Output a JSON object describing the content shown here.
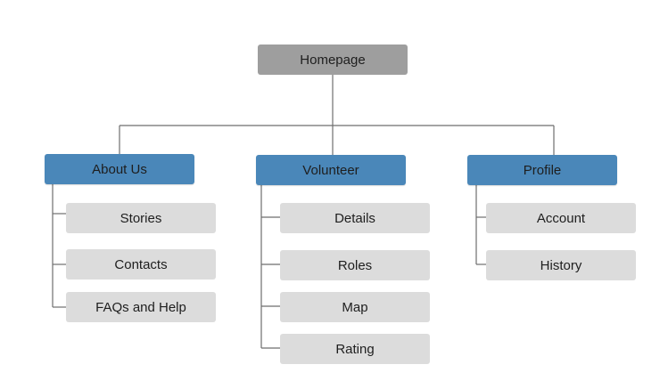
{
  "root": {
    "label": "Homepage"
  },
  "sections": [
    {
      "label": "About Us",
      "children": [
        "Stories",
        "Contacts",
        "FAQs and Help"
      ]
    },
    {
      "label": "Volunteer",
      "children": [
        "Details",
        "Roles",
        "Map",
        "Rating"
      ]
    },
    {
      "label": "Profile",
      "children": [
        "Account",
        "History"
      ]
    }
  ],
  "colors": {
    "root_fill": "#9e9e9e",
    "section_fill": "#4a87b9",
    "leaf_fill": "#dcdcdc",
    "line": "#6e6e6e"
  }
}
